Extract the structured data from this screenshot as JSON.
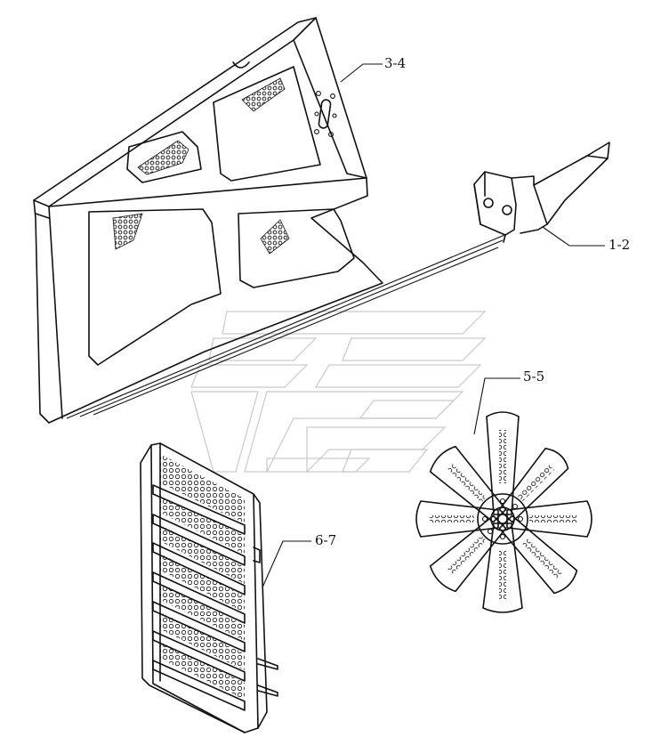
{
  "diagram": {
    "callouts": {
      "panel": "3-4",
      "bracket": "1-2",
      "fan": "5-5",
      "grille": "6-7"
    }
  }
}
